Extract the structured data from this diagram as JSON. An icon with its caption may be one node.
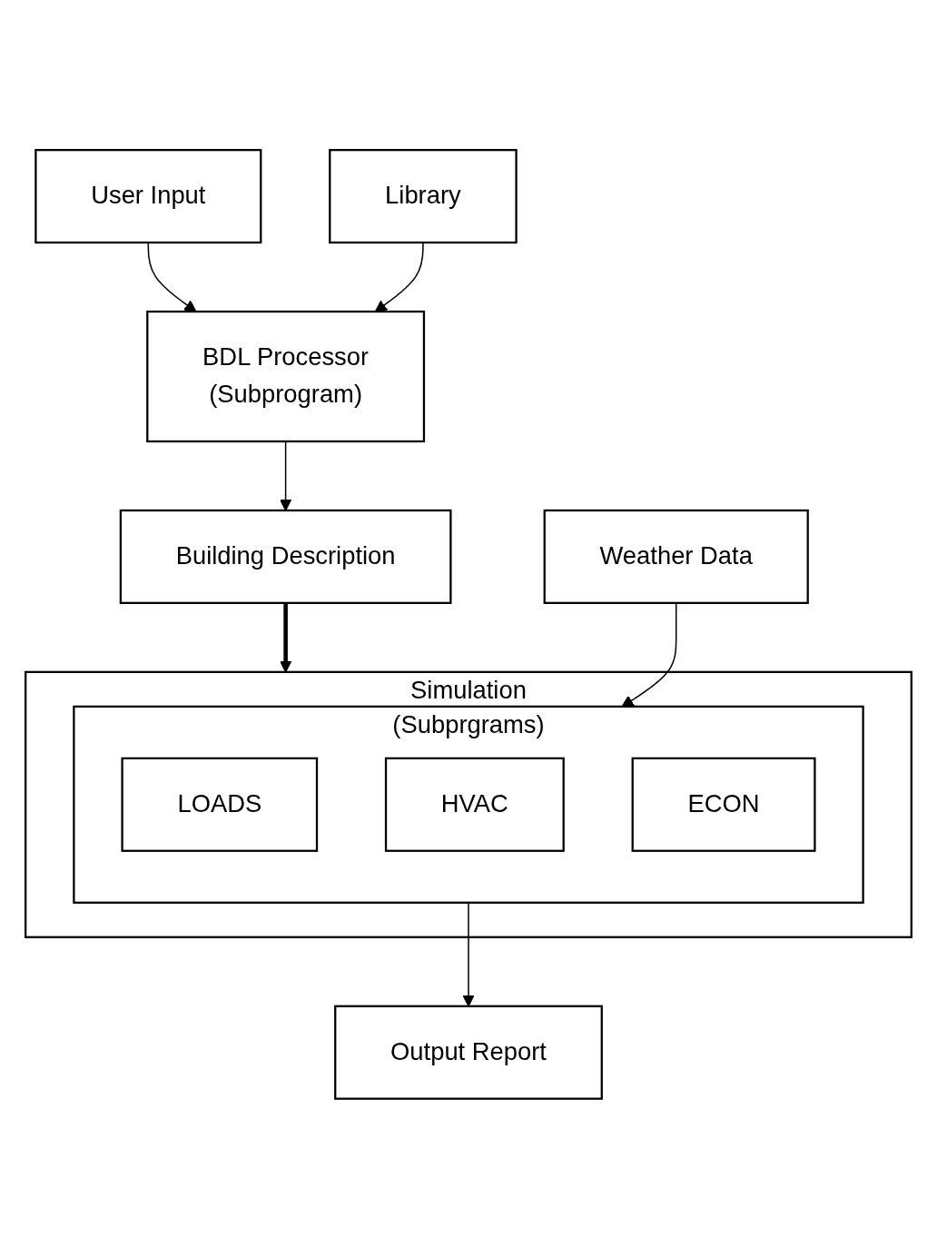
{
  "diagram": {
    "nodes": [
      {
        "text": [
          "User Input"
        ]
      },
      {
        "text": [
          "Library"
        ]
      },
      {
        "text": [
          "BDL Processor",
          "(Subprogram)"
        ]
      },
      {
        "text": [
          "Building Description"
        ]
      },
      {
        "text": [
          "Simulation"
        ]
      },
      {
        "text": [
          "(Subprgrams)"
        ],
        "in": 4
      },
      {
        "text": [
          "LOADS"
        ],
        "in": 5
      },
      {
        "text": [
          "HVAC"
        ],
        "in": 5
      },
      {
        "text": [
          "ECON"
        ],
        "in": 5
      },
      {
        "text": [
          "Weather Data"
        ]
      },
      {
        "text": [
          "Output Report"
        ]
      }
    ],
    "edges": [
      {
        "from": 0,
        "to": 2,
        "arrow": "to"
      },
      {
        "from": 1,
        "to": 2,
        "arrow": "to"
      },
      {
        "from": 2,
        "to": 3,
        "arrow": "to"
      },
      {
        "from": 3,
        "to": 4,
        "arrow": "to",
        "style": "thick"
      },
      {
        "from": 9,
        "to": 5,
        "arrow": "to"
      },
      {
        "from": 5,
        "to": 10,
        "arrow": "to"
      }
    ]
  }
}
